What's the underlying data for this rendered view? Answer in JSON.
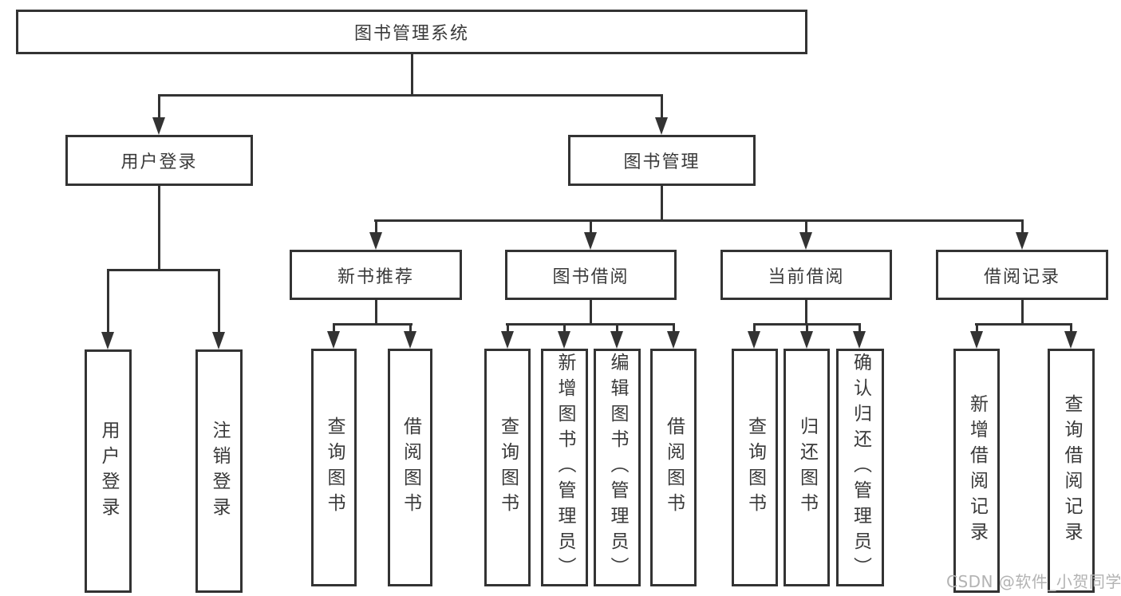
{
  "diagram": {
    "root": {
      "label": "图书管理系统"
    },
    "level2": {
      "user_login": {
        "label": "用户登录"
      },
      "book_management": {
        "label": "图书管理"
      }
    },
    "level3": {
      "new_book_recommend": {
        "label": "新书推荐"
      },
      "book_borrowing": {
        "label": "图书借阅"
      },
      "current_borrowing": {
        "label": "当前借阅"
      },
      "borrowing_records": {
        "label": "借阅记录"
      }
    },
    "leaves": {
      "user_login": [
        "用户登录",
        "注销登录"
      ],
      "new_book_recommend": [
        "查询图书",
        "借阅图书"
      ],
      "book_borrowing": [
        "查询图书",
        "新增图书（管理员）",
        "编辑图书（管理员）",
        "借阅图书"
      ],
      "current_borrowing": [
        "查询图书",
        "归还图书",
        "确认归还（管理员）"
      ],
      "borrowing_records": [
        "新增借阅记录",
        "查询借阅记录"
      ]
    }
  },
  "watermark": {
    "text": "CSDN @软件_小贺同学"
  },
  "colors": {
    "line": "#333333",
    "node_border": "#333333",
    "text": "#3a3a3a",
    "background": "#ffffff",
    "watermark": "#b3b3b3"
  }
}
